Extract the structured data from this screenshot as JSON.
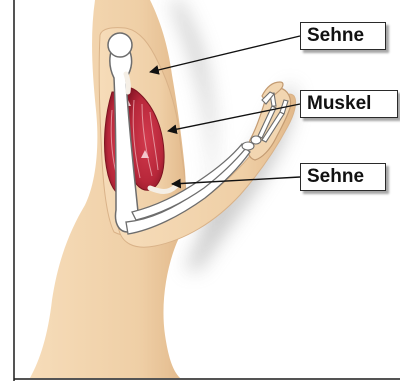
{
  "diagram": {
    "labels": [
      {
        "id": "sehne-oben",
        "text": "Sehne"
      },
      {
        "id": "muskel",
        "text": "Muskel"
      },
      {
        "id": "sehne-unten",
        "text": "Sehne"
      }
    ],
    "colors": {
      "skin": "#f1d3ac",
      "skin_shadow": "#d4a97d",
      "muscle": "#b7273a",
      "muscle_dark": "#7d1420",
      "bone": "#ffffff",
      "bone_outline": "#6d6d6d",
      "frame": "#1c1c1c",
      "pointer": "#111111"
    }
  }
}
